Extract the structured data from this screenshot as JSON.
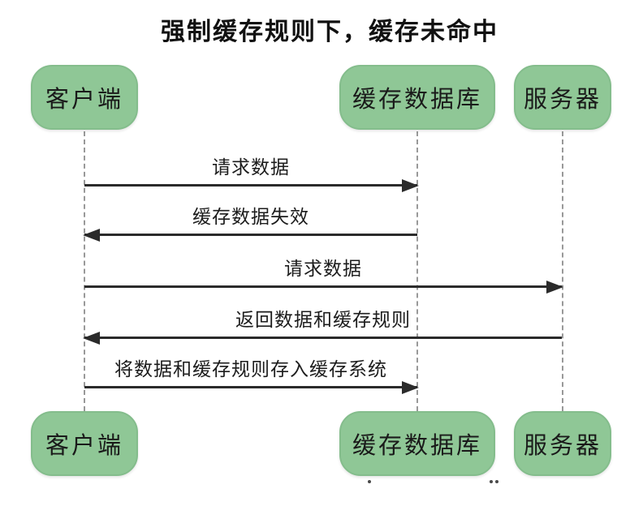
{
  "title": "强制缓存规则下，缓存未命中",
  "diagram_type": "sequence-diagram",
  "actors": [
    {
      "id": "client",
      "label": "客户端"
    },
    {
      "id": "cache-db",
      "label": "缓存数据库"
    },
    {
      "id": "server",
      "label": "服务器"
    }
  ],
  "messages": [
    {
      "label": "请求数据",
      "from": "client",
      "to": "cache-db",
      "direction": "right"
    },
    {
      "label": "缓存数据失效",
      "from": "cache-db",
      "to": "client",
      "direction": "left"
    },
    {
      "label": "请求数据",
      "from": "client",
      "to": "server",
      "direction": "right"
    },
    {
      "label": "返回数据和缓存规则",
      "from": "server",
      "to": "client",
      "direction": "left"
    },
    {
      "label": "将数据和缓存规则存入缓存系统",
      "from": "client",
      "to": "cache-db",
      "direction": "right"
    }
  ],
  "colors": {
    "background": "#ffffff",
    "title_text": "#111111",
    "actor_fill": "#8fc796",
    "actor_border": "#84bd8c",
    "actor_text": "#1a1a1a",
    "lifeline": "#999999",
    "arrow": "#2b2b2b"
  }
}
